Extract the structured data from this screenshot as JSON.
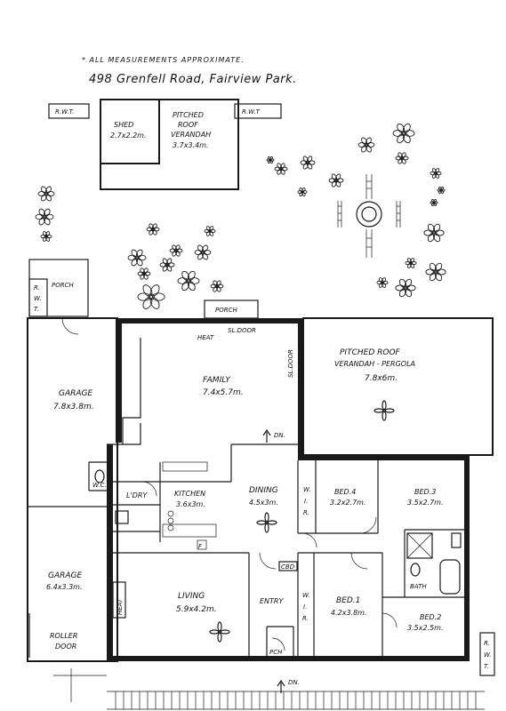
{
  "header": {
    "note": "* ALL MEASUREMENTS APPROXIMATE.",
    "address": "498 Grenfell Road, Fairview Park."
  },
  "outbuildings": {
    "rwt_left": "R.W.T.",
    "rwt_right": "R.W.T",
    "shed_name": "SHED",
    "shed_size": "2.7x2.2m.",
    "verandah_line1": "PITCHED",
    "verandah_line2": "ROOF",
    "verandah_line3": "VERANDAH",
    "verandah_size": "3.7x3.4m."
  },
  "rooms": {
    "porch_left": "PORCH",
    "rwt_porch_1": "R.",
    "rwt_porch_2": "W.",
    "rwt_porch_3": "T.",
    "porch_top": "PORCH",
    "heat": "HEAT",
    "sl_door_top": "SL.DOOR",
    "sl_door_side": "SL.DOOR",
    "garage_top_name": "GARAGE",
    "garage_top_size": "7.8x3.8m.",
    "family_name": "FAMILY",
    "family_size": "7.4x5.7m.",
    "pergola_line1": "PITCHED ROOF",
    "pergola_line2": "VERANDAH - PERGOLA",
    "pergola_size": "7.8x6m.",
    "dn_mid": "DN.",
    "wc": "W.C.",
    "ldry": "L'DRY",
    "kitchen_name": "KITCHEN",
    "kitchen_size": "3.6x3m.",
    "dining_name": "DINING",
    "dining_size": "4.5x3m.",
    "wir_top_1": "W.",
    "wir_top_2": "I.",
    "wir_top_3": "R.",
    "bed4_name": "BED.4",
    "bed4_size": "3.2x2.7m.",
    "bed3_name": "BED.3",
    "bed3_size": "3.5x2.7m.",
    "fridge": "F",
    "cbd": "CBD",
    "bath": "BATH",
    "garage_bottom_name": "GARAGE",
    "garage_bottom_size": "6.4x3.3m.",
    "heat_vertical": "HEAT",
    "living_name": "LIVING",
    "living_size": "5.9x4.2m.",
    "entry": "ENTRY",
    "wir_bot_1": "W.",
    "wir_bot_2": "I.",
    "wir_bot_3": "R.",
    "bed1_name": "BED.1",
    "bed1_size": "4.2x3.8m.",
    "bed2_name": "BED.2",
    "bed2_size": "3.5x2.5m.",
    "roller_line1": "ROLLER",
    "roller_line2": "DOOR",
    "pch": "PCH",
    "rwt_right_1": "R.",
    "rwt_right_2": "W.",
    "rwt_right_3": "T.",
    "dn_bottom": "DN."
  },
  "icons": [
    "ceiling-fan-icon",
    "flower-shrub-icon",
    "stair-arrow-icon",
    "toilet-icon",
    "sink-icon",
    "bath-icon"
  ]
}
